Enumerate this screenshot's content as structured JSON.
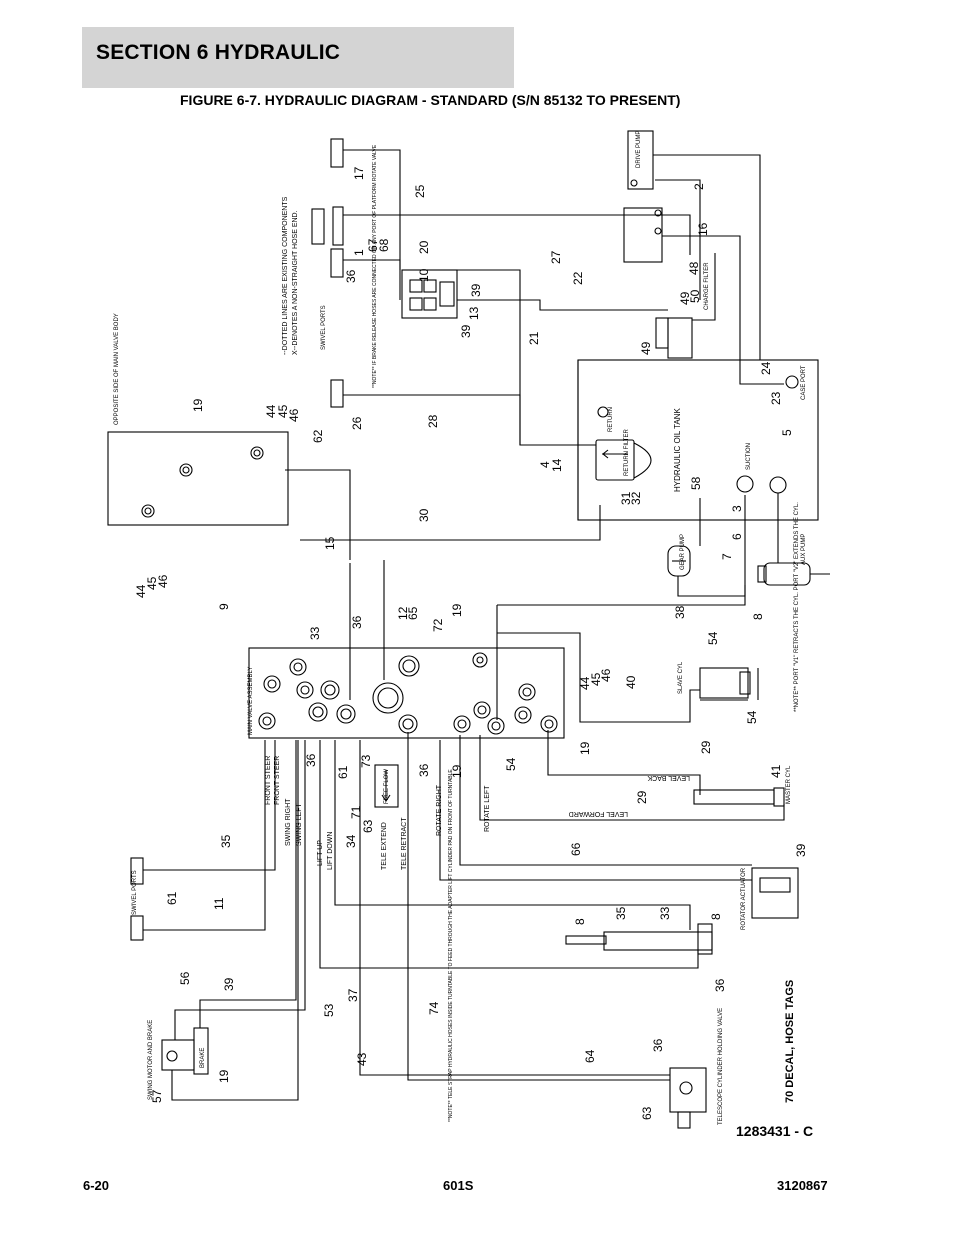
{
  "header": {
    "section_title": "SECTION 6   HYDRAULIC",
    "figure_caption": "FIGURE 6-7. HYDRAULIC DIAGRAM - STANDARD (S/N 85132 TO PRESENT)"
  },
  "footer": {
    "page_number": "6-20",
    "model": "601S",
    "manual_number": "3120867"
  },
  "drawing_number": "1283431 - C",
  "decal_note": "70 DECAL, HOSE TAGS",
  "notes": {
    "dotted_lines": "--DOTTED LINES ARE EXISTING COMPONENTS",
    "non_straight": "X--DENOTES A NON-STRAIGHT HOSE END.",
    "note_block": "**NOTE** IF BRAKE RELEASE HOSES ARE CONNECTED ON ANY PORT OF PLATFORM ROTATE VALVE",
    "tele_note": "**NOTE** TELE STRAP HYDRAULIC HOSES INSIDE TURNTABLE TO FEED THROUGH THE ADAPTER LIFT CYLINDER PAD ON FRONT OF TURNTABLE",
    "slave_note": "**NOTE** PORT \"V1\" RETRACTS THE CYL. PORT \"V2\" EXTENDS THE CYL."
  },
  "components": {
    "main_valve": "MAIN VALVE ASSEMBLY",
    "oil_tank": "HYDRAULIC OIL TANK",
    "return_filter": "RETURN FILTER",
    "aux_pump": "AUX PUMP",
    "gear_pump": "GEAR PUMP",
    "slave_cyl": "SLAVE CYL",
    "master_cyl": "MASTER CYL",
    "rotator_actuator": "ROTATOR ACTUATOR",
    "tele_cyl_valve": "TELESCOPE CYLINDER HOLDING VALVE",
    "swing_motor": "SWING MOTOR AND BRAKE",
    "brake": "BRAKE",
    "free_flow": "FREE FLOW",
    "swivel_ports": "SWIVEL PORTS",
    "opposite_side": "OPPOSITE SIDE OF MAIN VALVE BODY",
    "charge_filter": "CHARGE FILTER",
    "drive_pump": "DRIVE PUMP",
    "case_port": "CASE PORT",
    "suction": "SUCTION",
    "return": "RETURN"
  },
  "circuit_labels": {
    "front_steer_1": "FRONT STEER",
    "front_steer_2": "FRONT STEER",
    "swing_right": "SWING RIGHT",
    "swing_left": "SWING LEFT",
    "lift_up": "LIFT UP",
    "lift_down": "LIFT DOWN",
    "tele_extend": "TELE EXTEND",
    "tele_retract": "TELE RETRACT",
    "rotate_right": "ROTATE RIGHT",
    "rotate_left": "ROTATE LEFT",
    "level_back": "LEVEL BACK",
    "level_forward": "LEVEL FORWARD"
  },
  "callouts": {
    "c1": "1",
    "c2": "2",
    "c3": "3",
    "c4": "4",
    "c5": "5",
    "c6": "6",
    "c7": "7",
    "c8a": "8",
    "c8b": "8",
    "c8c": "8",
    "c9": "9",
    "c10": "10",
    "c11": "11",
    "c12": "12",
    "c13": "13",
    "c14": "14",
    "c15": "15",
    "c16": "16",
    "c17": "17",
    "c19a": "19",
    "c19b": "19",
    "c19c": "19",
    "c19d": "19",
    "c19e": "19",
    "c20": "20",
    "c21": "21",
    "c22": "22",
    "c23": "23",
    "c24": "24",
    "c25": "25",
    "c26": "26",
    "c27": "27",
    "c28": "28",
    "c29a": "29",
    "c29b": "29",
    "c30": "30",
    "c31": "31",
    "c32": "32",
    "c33a": "33",
    "c33b": "33",
    "c34": "34",
    "c35a": "35",
    "c35b": "35",
    "c36a": "36",
    "c36b": "36",
    "c36c": "36",
    "c36d": "36",
    "c36e": "36",
    "c36f": "36",
    "c37": "37",
    "c38": "38",
    "c39a": "39",
    "c39b": "39",
    "c39c": "39",
    "c39d": "39",
    "c40": "40",
    "c41": "41",
    "c43": "43",
    "c44a": "44",
    "c44b": "44",
    "c44c": "44",
    "c45a": "45",
    "c45b": "45",
    "c45c": "45",
    "c46a": "46",
    "c46b": "46",
    "c46c": "46",
    "c48": "48",
    "c49a": "49",
    "c49b": "49",
    "c50": "50",
    "c53": "53",
    "c54a": "54",
    "c54b": "54",
    "c54c": "54",
    "c56": "56",
    "c57": "57",
    "c58": "58",
    "c61a": "61",
    "c61b": "61",
    "c62": "62",
    "c63a": "63",
    "c63b": "63",
    "c64": "64",
    "c65": "65",
    "c66": "66",
    "c67": "67",
    "c68": "68",
    "c71": "71",
    "c72": "72",
    "c73": "73",
    "c74": "74"
  }
}
